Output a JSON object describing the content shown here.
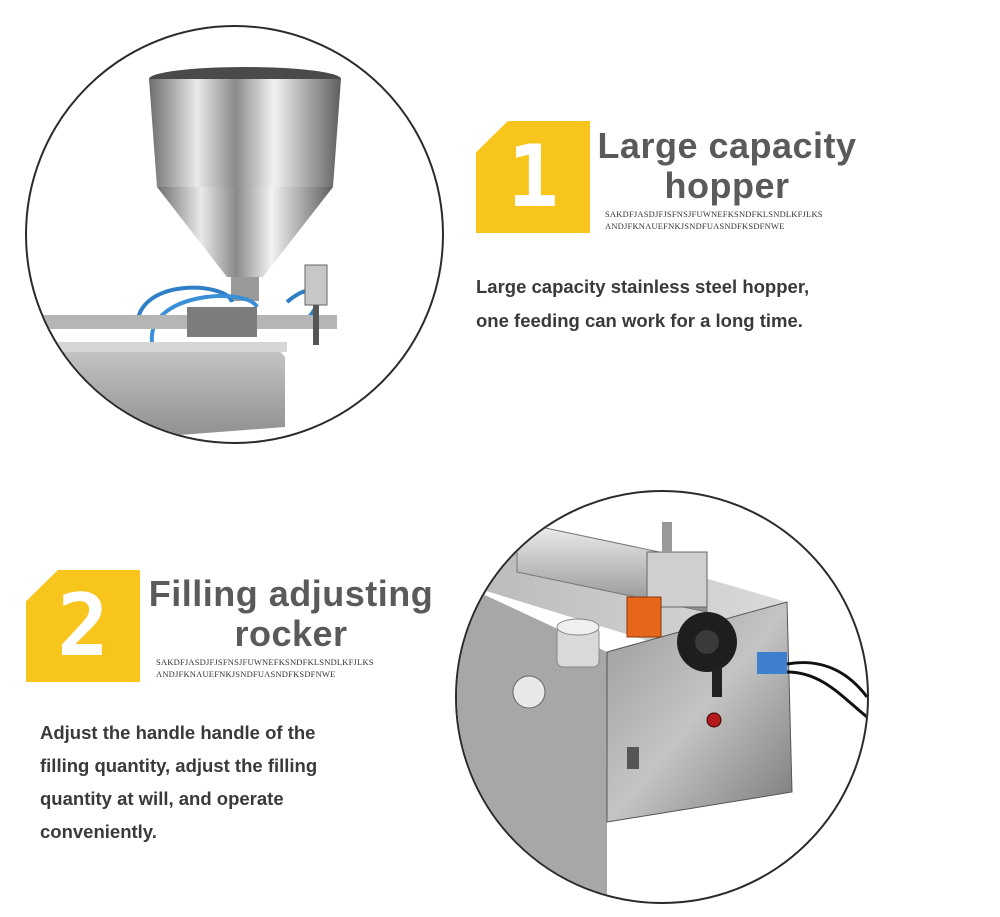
{
  "colors": {
    "accent": "#f7c51b",
    "title": "#5a5a5a",
    "text": "#3a3a3a",
    "outline": "#2b2b2b"
  },
  "sections": [
    {
      "number": "1",
      "title_line1": "Large capacity",
      "title_line2": "hopper",
      "filler_line1": "SAKDFJASDJFJSFNSJFUWNEFKSNDFKLSNDLKFJLKS",
      "filler_line2": "ANDJFKNAUEFNKJSNDFUASNDFKSDFNWE",
      "desc_line1": "Large capacity stainless steel hopper,",
      "desc_line2": "one feeding can work for a long time.",
      "image": "hopper-photo"
    },
    {
      "number": "2",
      "title_line1": "Filling adjusting",
      "title_line2": "rocker",
      "filler_line1": "SAKDFJASDJFJSFNSJFUWNEFKSNDFKLSNDLKFJLKS",
      "filler_line2": "ANDJFKNAUEFNKJSNDFUASNDFKSDFNWE",
      "desc_line1": "Adjust the handle handle of the",
      "desc_line2": "filling quantity, adjust the filling",
      "desc_line3": "quantity at will, and operate",
      "desc_line4": "conveniently.",
      "image": "rocker-photo"
    }
  ]
}
